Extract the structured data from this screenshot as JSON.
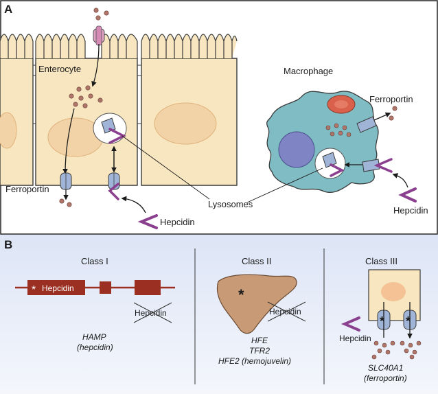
{
  "panel_a": {
    "letter": "A",
    "labels": {
      "enterocyte": "Enterocyte",
      "macrophage": "Macrophage",
      "ferroportin_left": "Ferroportin",
      "ferroportin_right": "Ferroportin",
      "lysosomes": "Lysosomes",
      "hepcidin_left": "Hepcidin",
      "hepcidin_right": "Hepcidin"
    }
  },
  "panel_b": {
    "letter": "B",
    "class1": {
      "title": "Class I",
      "gene_box": "Hepcidin",
      "asterisk": "*",
      "crossed": "Hepcidin",
      "gene": "HAMP",
      "protein": "(hepcidin)"
    },
    "class2": {
      "title": "Class II",
      "asterisk": "*",
      "crossed": "Hepcidin",
      "genes": [
        "HFE",
        "TFR2",
        "HFE2 (hemojuvelin)"
      ]
    },
    "class3": {
      "title": "Class III",
      "hepcidin": "Hepcidin",
      "asterisk": "*",
      "gene": "SLC40A1",
      "protein": "(ferroportin)"
    }
  },
  "colors": {
    "cell_fill": "#f7e6bf",
    "cell_outline": "#3a3a3a",
    "iron_dot": "#b0766a",
    "hepcidin_purple": "#8b3f8f",
    "ferroportin_blue": "#9fb4d6",
    "macrophage_fill": "#7fbcc4",
    "nucleus_blue": "#7f85c4",
    "red_cell": "#d9604a",
    "liver_fill": "#c89a76",
    "gene_red": "#9b2f22",
    "panel_b_bg": "#e9eef9"
  }
}
